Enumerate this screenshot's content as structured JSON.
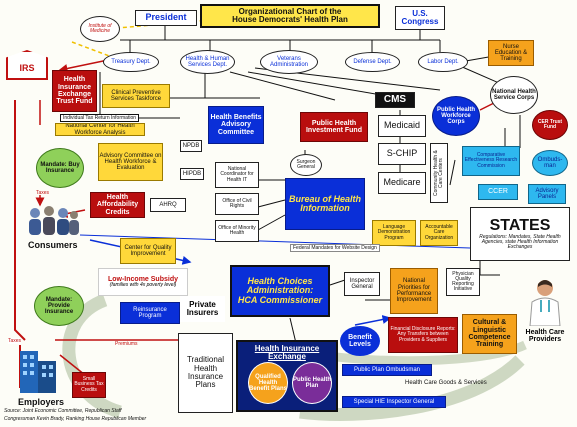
{
  "title": {
    "line1": "Organizational Chart of the",
    "line2": "House Democrats' Health Plan"
  },
  "top": {
    "president": "President",
    "congress": "U.S. Congress",
    "institute_of_medicine": "Institute of Medicine",
    "irs": "IRS"
  },
  "departments": {
    "treasury": "Treasury Dept.",
    "hhs": "Health & Human Services Dept.",
    "veterans": "Veterans Administration",
    "defense": "Defense Dept.",
    "labor": "Labor Dept."
  },
  "left": {
    "trust_fund": "Health Insurance Exchange Trust Fund",
    "clinical_preventive": "Clinical Preventive Services Taskforce",
    "tax_return_info": "Individual Tax Return Information",
    "workforce_analysis": "National Center for Health Workforce Analysis",
    "advisory_committee": "Advisory Committee on Health Workforce & Evaluation",
    "mandate_buy": "Mandate: Buy Insurance",
    "taxes_top": "Taxes",
    "affordability_credits": "Health Affordability Credits",
    "consumers": "Consumers",
    "center_quality": "Center for Quality Improvement",
    "low_income_subsidy": "Low-Income Subsidy",
    "low_income_note": "(families with 4x poverty level)",
    "mandate_provide": "Mandate: Provide Insurance",
    "reinsurance": "Reinsurance Program",
    "taxes_bottom": "Taxes",
    "premiums": "Premiums",
    "small_business": "Small Business Tax Credits",
    "employers": "Employers"
  },
  "center": {
    "benefits_advisory": "Health Benefits Advisory Committee",
    "public_health_fund": "Public Health Investment Fund",
    "npdb": "NPDB",
    "hipdb": "HIPDB",
    "ahrq": "AHRQ",
    "coordinator_it": "National Coordinator for Health IT",
    "civil_rights": "Office of Civil Rights",
    "minority_health": "Office of Minority Health",
    "surgeon_general": "Surgeon General",
    "bureau": "Bureau of Health Information",
    "cms": "CMS",
    "medicaid": "Medicaid",
    "schip": "S-CHIP",
    "medicare": "Medicare",
    "language_program": "Language Demonstration Program",
    "accountable_care": "Accountable Care Organization",
    "federal_mandates": "Federal Mandates for Website Design",
    "hca_title": "Health Choices Administration:",
    "hca_sub": "HCA Commissioner",
    "inspector_general": "Inspector General",
    "benefit_levels": "Benefit Levels",
    "private_insurers": "Private Insurers",
    "traditional_plans": "Traditional Health Insurance Plans",
    "exchange_title": "Health Insurance Exchange",
    "qualified_plans": "Qualified Health Benefit Plans",
    "public_plan": "Public Health Plan",
    "ombudsman": "Public Plan Ombudsman",
    "goods_services": "Health Care Goods & Services",
    "hie_inspector": "Special HIE Inspector General"
  },
  "right": {
    "nurse_training": "Nurse Education & Training",
    "nhsc": "National Health Service Corps",
    "cer_fund": "CER Trust Fund",
    "phwc": "Public Health Workforce Corps",
    "comm_health_centers": "Community Health & Care Centers",
    "comparative_research": "Comparative Effectiveness Research Commission",
    "ombudsman_oval": "Ombuds-man",
    "ccer": "CCER",
    "advisory_panels": "Advisory Panels",
    "states_title": "STATES",
    "states_note": "Regulations: Mandates, State Health Agencies, state Health Information Exchanges",
    "national_priorities": "National Priorities for Performance Improvement",
    "physician_quality": "Physician Quality Reporting Initiative",
    "financial_disclosure": "Financial Disclosure Reports: Any Transfers between Providers & Suppliers",
    "cultural_training": "Cultural & Linguistic Competence Training",
    "providers": "Health Care Providers"
  },
  "source": {
    "line1": "Source: Joint Economic Committee, Republican Staff",
    "line2": "Congressman Kevin Brady, Ranking House Republican Member"
  },
  "colors": {
    "blue": "#0a2fd8",
    "red": "#b90e0e",
    "yellow": "#ffd83a",
    "orange": "#f5a21c",
    "green": "#8fd05a",
    "cyan": "#2eb8ef",
    "navy": "#0a1f7a"
  },
  "icons": [
    "people-group-icon",
    "office-building-icon",
    "doctor-icon",
    "irs-emblem-icon"
  ]
}
